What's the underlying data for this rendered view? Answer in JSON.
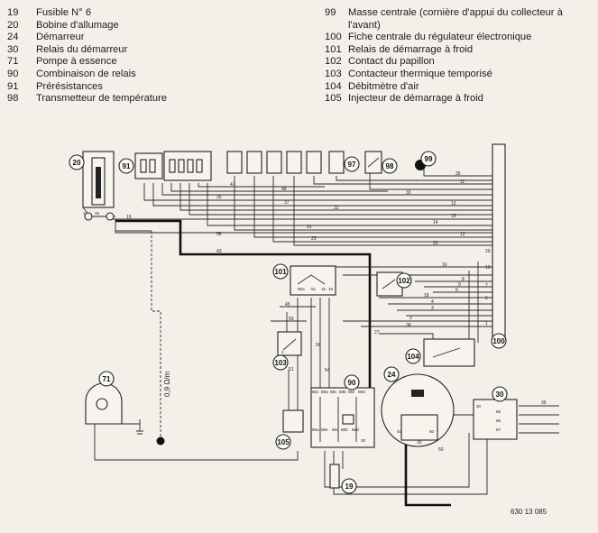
{
  "legend_left": [
    {
      "num": "19",
      "text": "Fusible N° 6"
    },
    {
      "num": "20",
      "text": "Bobine d'allumage"
    },
    {
      "num": "24",
      "text": "Démarreur"
    },
    {
      "num": "30",
      "text": "Relais du démarreur"
    },
    {
      "num": "71",
      "text": "Pompe à essence"
    },
    {
      "num": "90",
      "text": "Combinaison de relais"
    },
    {
      "num": "91",
      "text": "Prérésistances"
    },
    {
      "num": "98",
      "text": "Transmetteur de température"
    }
  ],
  "legend_right": [
    {
      "num": "99",
      "text": "Masse centrale (cornière d'appui du collecteur à l'avant)"
    },
    {
      "num": "100",
      "text": "Fiche centrale du régulateur électronique"
    },
    {
      "num": "101",
      "text": "Relais de démarrage à froid"
    },
    {
      "num": "102",
      "text": "Contact du papillon"
    },
    {
      "num": "103",
      "text": "Contacteur thermique temporisé"
    },
    {
      "num": "104",
      "text": "Débitmètre d'air"
    },
    {
      "num": "105",
      "text": "Injecteur de démarrage à froid"
    }
  ],
  "callouts": {
    "c20": "20",
    "c91": "91",
    "c97": "97",
    "c98": "98",
    "c99": "99",
    "c101": "101",
    "c102": "102",
    "c103": "103",
    "c104": "104",
    "c100": "100",
    "c71": "71",
    "c24": "24",
    "c90": "90",
    "c30": "30",
    "c105": "105",
    "c19": "19"
  },
  "wire_labels": {
    "w35": "35",
    "w11": "11",
    "w33": "33",
    "w47": "47",
    "w48": "48",
    "w26": "26",
    "w37": "37",
    "w22": "22",
    "w13": "13",
    "w15": "15",
    "w14": "14",
    "w31": "31",
    "w12": "12",
    "w58": "58",
    "w23": "23",
    "w20": "20",
    "w43": "43",
    "w16a": "16",
    "w16b": "16",
    "w8": "8",
    "w9": "9",
    "w6": "6",
    "w18": "18",
    "w4": "4",
    "w3": "3",
    "w2": "2",
    "w38": "38",
    "w27": "27",
    "w45": "45",
    "w59": "59",
    "w54": "54",
    "w51": "51",
    "w30": "30",
    "w50": "50",
    "w56": "56",
    "w10": "10",
    "w7": "7",
    "w5": "5",
    "w1": "1",
    "w29": "29",
    "w36": "36"
  },
  "terminal_labels": {
    "t30": "30",
    "t85": "85",
    "t86": "86",
    "t87": "87",
    "t86c": "86c",
    "t88a": "88a",
    "t88c": "88c",
    "t88b": "88b",
    "t88z": "88z",
    "t88d": "88d",
    "t85a": "85a",
    "t88e": "88e",
    "t85c": "85c",
    "t85b": "85b",
    "t86d": "86d",
    "t40": "40",
    "t50": "50",
    "t15": "15",
    "t1": "1",
    "t86a": "86a",
    "t51": "51",
    "t15b": "15",
    "t16": "16",
    "t4": "4",
    "t30b": "30"
  },
  "resistor_value": "0,9 Ω/m",
  "doc_reference": "630 13 085",
  "colors": {
    "background": "#f3f0e9",
    "ink": "#1c1c1c"
  }
}
